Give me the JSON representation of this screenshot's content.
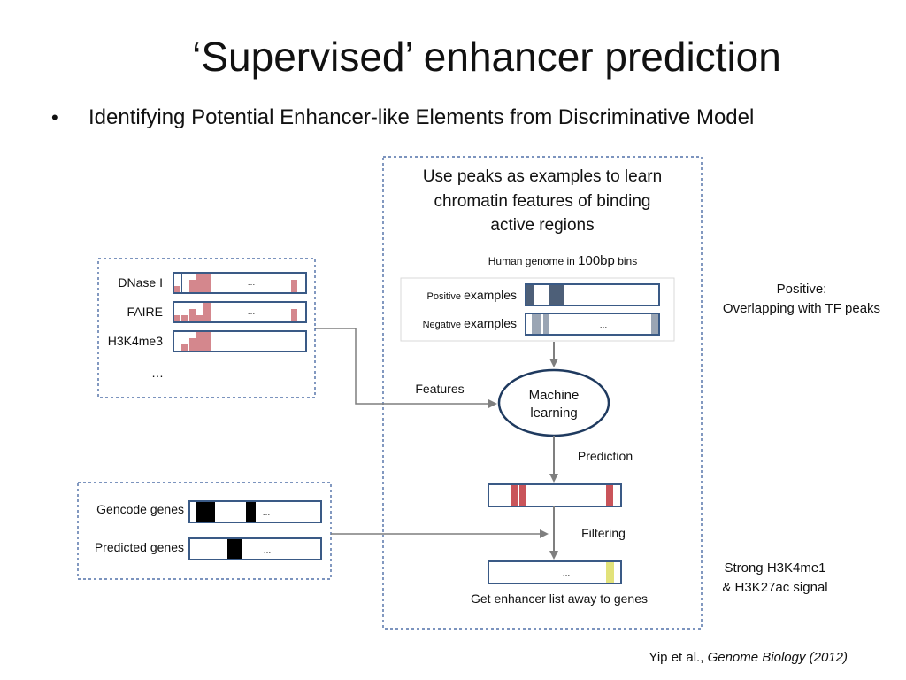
{
  "slide": {
    "title": "‘Supervised’ enhancer prediction",
    "bullet": "Identifying Potential Enhancer-like Elements from Discriminative Model"
  },
  "diagram": {
    "panel_heading": [
      "Use peaks as examples to learn",
      "chromatin features of binding",
      "active regions"
    ],
    "bins_caption": {
      "prefix": "Human genome in ",
      "value": "100bp",
      "suffix": " bins"
    },
    "positive_label": {
      "small": "Positive ",
      "large": "examples"
    },
    "negative_label": {
      "small": "Negative ",
      "large": "examples"
    },
    "positive_note": [
      "Positive:",
      "Overlapping with TF peaks"
    ],
    "features_label": "Features",
    "ml_label": [
      "Machine",
      "learning"
    ],
    "prediction_label": "Prediction",
    "filtering_label": "Filtering",
    "output_label": "Get enhancer list away to genes",
    "signal_note": [
      "Strong H3K4me1",
      "& H3K27ac signal"
    ],
    "tracks": [
      "DNase I",
      "FAIRE",
      "H3K4me3",
      "…"
    ],
    "gene_tracks": [
      "Gencode genes",
      "Predicted genes"
    ],
    "ellipsis": "…"
  },
  "citation": {
    "authors": "Yip et al., ",
    "journal": "Genome Biology (2012)"
  },
  "colors": {
    "frame": "#2f5597",
    "track_border": "#3a5a86",
    "pink": "#d4878d",
    "red": "#c9545a",
    "dark": "#4d5f78",
    "gray": "#9aa5b4",
    "yellow": "#e2e27a",
    "arrow": "#7f7f7f"
  }
}
